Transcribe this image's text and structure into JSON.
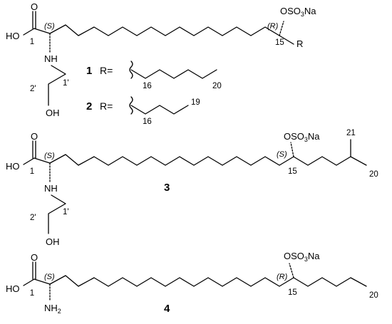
{
  "colors": {
    "ink": "#000000",
    "background": "#ffffff"
  },
  "labels": {
    "carbonyl_O": "O",
    "hydroxyl": "HO",
    "c1": "1",
    "stereo_S": "(S)",
    "stereo_R": "(R)",
    "nh": "NH",
    "nh2_base": "NH",
    "nh2_sub": "2",
    "oh": "OH",
    "prime1": "1'",
    "prime2": "2'",
    "sulfate_pre": "OSO",
    "sulfate_sub": "3",
    "sulfate_post": "Na",
    "c15": "15",
    "c16": "16",
    "c19": "19",
    "c20": "20",
    "c21": "21",
    "r_group": "R",
    "r_eq": "R="
  },
  "compounds": {
    "one": "1",
    "two": "2",
    "three": "3",
    "four": "4"
  }
}
